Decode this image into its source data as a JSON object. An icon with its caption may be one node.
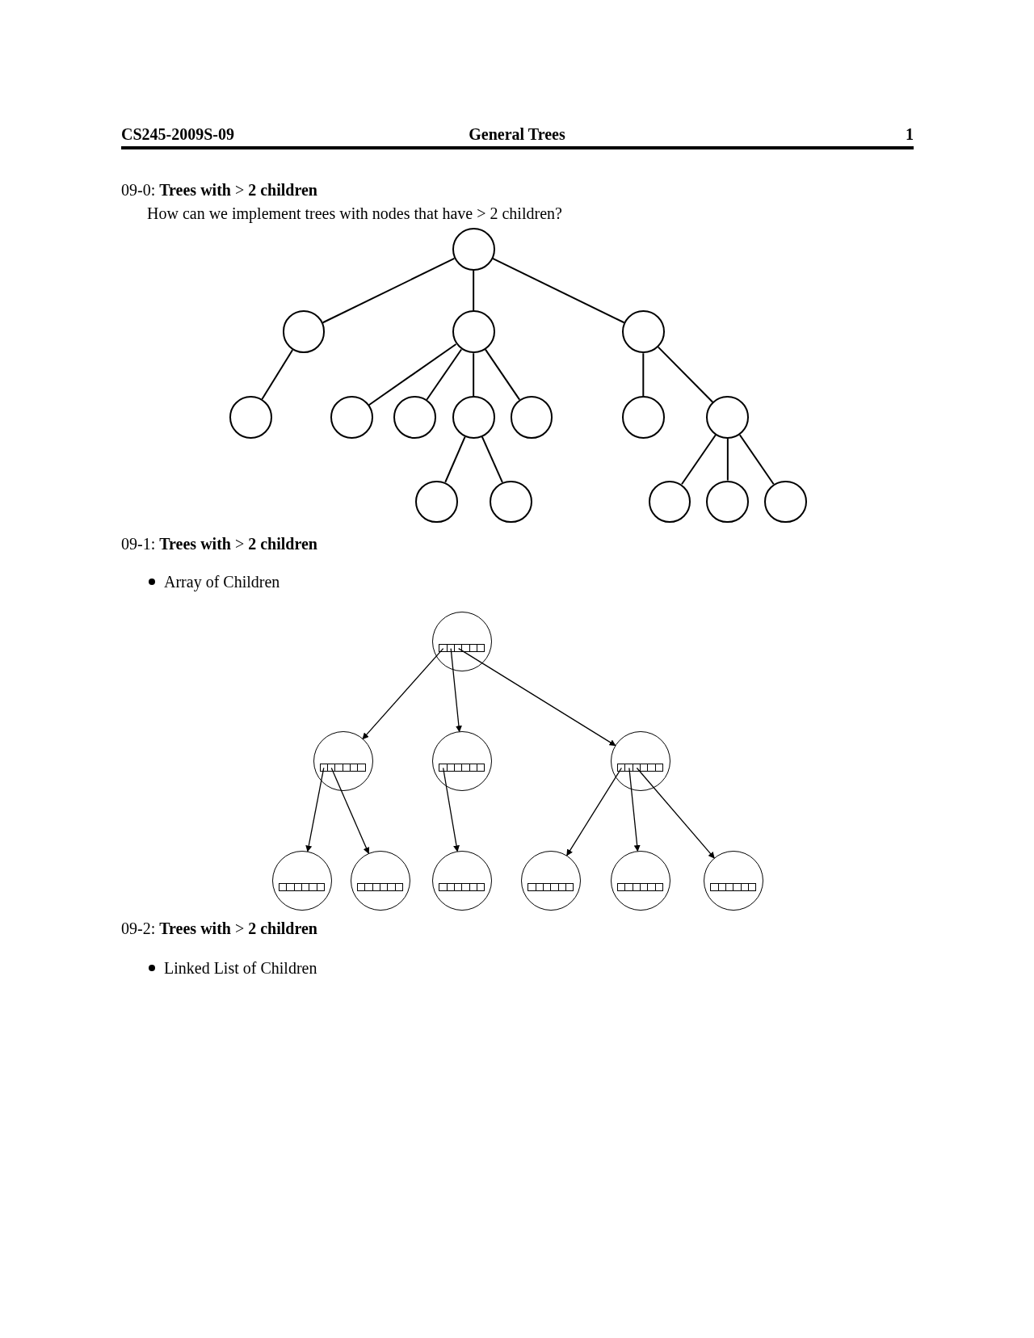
{
  "diagram": {
    "title": "General Trees",
    "nodes": [
      {
        "text": [],
        "shape": "circle"
      },
      {
        "text": [],
        "shape": "circle"
      },
      {
        "text": [],
        "shape": "circle"
      },
      {
        "text": [],
        "shape": "circle"
      },
      {
        "text": [],
        "shape": "circle"
      },
      {
        "text": [],
        "shape": "circle"
      },
      {
        "text": [],
        "shape": "circle"
      },
      {
        "text": [],
        "shape": "circle"
      },
      {
        "text": [],
        "shape": "circle"
      },
      {
        "text": [],
        "shape": "circle"
      },
      {
        "text": [],
        "shape": "circle"
      },
      {
        "text": [],
        "shape": "circle"
      },
      {
        "text": [],
        "shape": "circle"
      },
      {
        "text": [],
        "shape": "circle"
      },
      {
        "text": [],
        "shape": "circle"
      },
      {
        "text": [],
        "shape": "circle"
      },
      {
        "text": [],
        "shape": "circle"
      },
      {
        "text": [],
        "shape": "circle"
      },
      {
        "text": [],
        "shape": "circle"
      },
      {
        "text": [],
        "shape": "circle"
      },
      {
        "text": [],
        "shape": "circle"
      },
      {
        "text": [],
        "shape": "circle"
      },
      {
        "text": [],
        "shape": "circle"
      },
      {
        "text": [],
        "shape": "circle"
      },
      {
        "text": [],
        "shape": "circle"
      },
      {
        "text": [],
        "shape": "circle"
      }
    ],
    "edges": [
      {
        "from": 0,
        "to": 1,
        "arrow": "none"
      },
      {
        "from": 0,
        "to": 2,
        "arrow": "none"
      },
      {
        "from": 0,
        "to": 3,
        "arrow": "none"
      },
      {
        "from": 1,
        "to": 4,
        "arrow": "none"
      },
      {
        "from": 2,
        "to": 5,
        "arrow": "none"
      },
      {
        "from": 2,
        "to": 6,
        "arrow": "none"
      },
      {
        "from": 2,
        "to": 7,
        "arrow": "none"
      },
      {
        "from": 2,
        "to": 8,
        "arrow": "none"
      },
      {
        "from": 3,
        "to": 9,
        "arrow": "none"
      },
      {
        "from": 3,
        "to": 10,
        "arrow": "none"
      },
      {
        "from": 7,
        "to": 11,
        "arrow": "none"
      },
      {
        "from": 7,
        "to": 12,
        "arrow": "none"
      },
      {
        "from": 10,
        "to": 13,
        "arrow": "none"
      },
      {
        "from": 10,
        "to": 14,
        "arrow": "none"
      },
      {
        "from": 10,
        "to": 15,
        "arrow": "none"
      },
      {
        "from": 16,
        "to": 17,
        "arrow": "to"
      },
      {
        "from": 16,
        "to": 18,
        "arrow": "to"
      },
      {
        "from": 16,
        "to": 19,
        "arrow": "to"
      },
      {
        "from": 17,
        "to": 20,
        "arrow": "to"
      },
      {
        "from": 17,
        "to": 21,
        "arrow": "to"
      },
      {
        "from": 18,
        "to": 22,
        "arrow": "to"
      },
      {
        "from": 19,
        "to": 23,
        "arrow": "to"
      },
      {
        "from": 19,
        "to": 24,
        "arrow": "to"
      },
      {
        "from": 19,
        "to": 25,
        "arrow": "to"
      }
    ],
    "labels": [
      "CS245-2009S-09",
      "1",
      "09-0: **Trees with** > **2 children**",
      "How can we implement trees with nodes that have > 2 children?",
      "09-1: **Trees with** > **2 children**",
      "Array of Children",
      "09-2: **Trees with** > **2 children**",
      "Linked List of Children"
    ]
  }
}
